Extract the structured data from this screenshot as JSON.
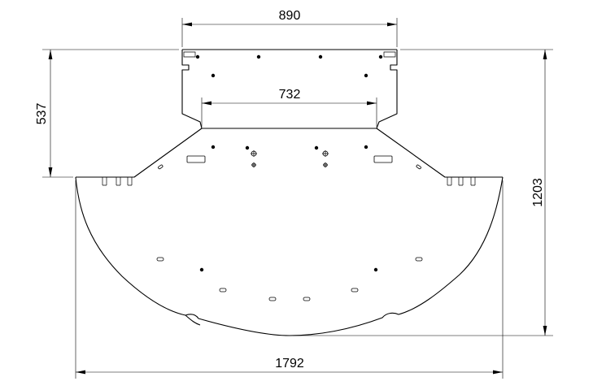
{
  "dimensions": {
    "top_width": "890",
    "inner_width": "732",
    "neck_height": "537",
    "total_height": "1203",
    "total_width": "1792"
  },
  "colors": {
    "line": "#000000",
    "background": "#ffffff"
  }
}
